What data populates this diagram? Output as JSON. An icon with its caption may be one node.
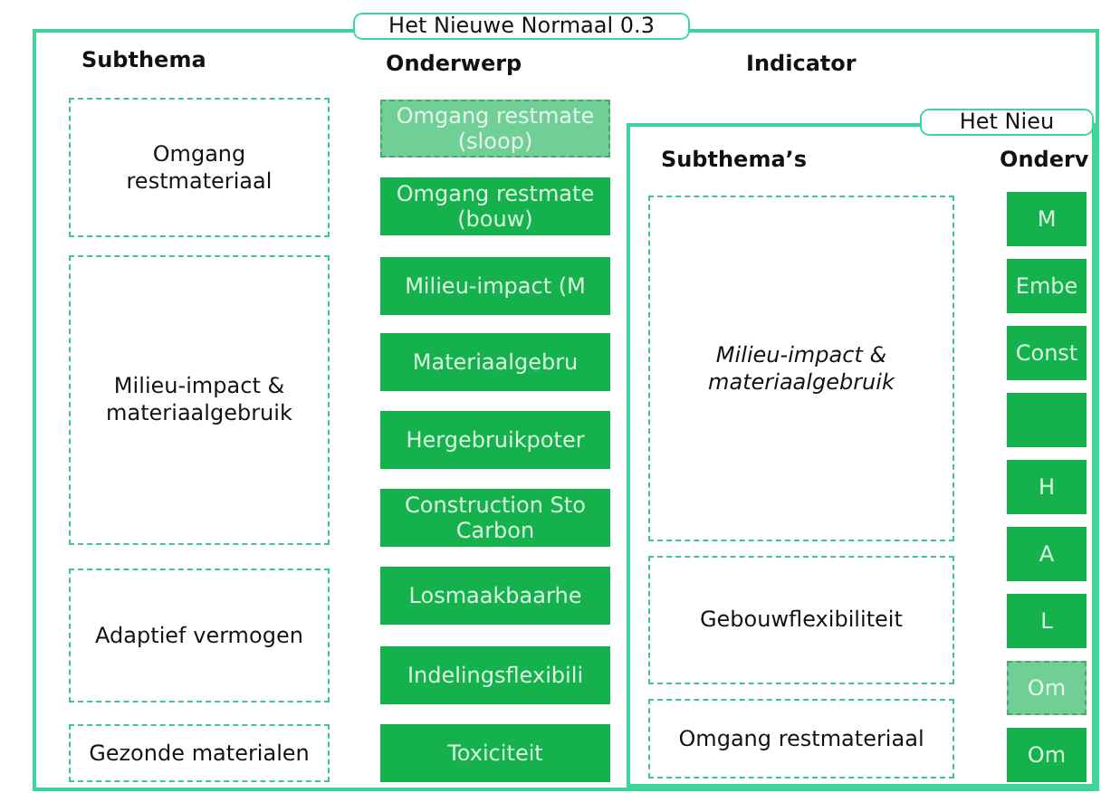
{
  "diagram": {
    "nodes": [
      {
        "text": [
          "Het Nieuwe Normaal 0.3",
          "Subthema",
          "Onderwerp",
          "Indicator"
        ]
      },
      {
        "text": [
          "Omgang restmateriaal"
        ],
        "in": 0
      },
      {
        "text": [
          "Milieu-impact & materiaalgebruik"
        ],
        "in": 0
      },
      {
        "text": [
          "Adaptief vermogen"
        ],
        "in": 0
      },
      {
        "text": [
          "Gezonde materialen"
        ],
        "in": 0
      },
      {
        "text": [
          "Omgang restmate (sloop)"
        ],
        "in": 0
      },
      {
        "text": [
          "Omgang restmate (bouw)"
        ],
        "in": 0
      },
      {
        "text": [
          "Milieu-impact (M"
        ],
        "in": 0
      },
      {
        "text": [
          "Materiaalgebru"
        ],
        "in": 0
      },
      {
        "text": [
          "Hergebruikpoter"
        ],
        "in": 0
      },
      {
        "text": [
          "Construction Sto Carbon"
        ],
        "in": 0
      },
      {
        "text": [
          "Losmaakbaarhe"
        ],
        "in": 0
      },
      {
        "text": [
          "Indelingsflexibili"
        ],
        "in": 0
      },
      {
        "text": [
          "Toxiciteit"
        ],
        "in": 0
      },
      {
        "text": [
          "Het Nieu",
          "Subthema’s",
          "Onderv"
        ],
        "in": 0
      },
      {
        "text": [
          "Milieu-impact & materiaalgebruik"
        ],
        "in": 14
      },
      {
        "text": [
          "Gebouwflexibiliteit"
        ],
        "in": 14
      },
      {
        "text": [
          "Omgang restmateriaal"
        ],
        "in": 14
      },
      {
        "text": [
          "M"
        ],
        "in": 14
      },
      {
        "text": [
          "Embe"
        ],
        "in": 14
      },
      {
        "text": [
          "Const"
        ],
        "in": 14
      },
      {
        "text": [],
        "shape": "box",
        "in": 14
      },
      {
        "text": [
          "H"
        ],
        "in": 14
      },
      {
        "text": [
          "A"
        ],
        "in": 14
      },
      {
        "text": [
          "L"
        ],
        "in": 14
      },
      {
        "text": [
          "Om"
        ],
        "in": 14
      },
      {
        "text": [
          "Om"
        ],
        "in": 14
      }
    ]
  }
}
